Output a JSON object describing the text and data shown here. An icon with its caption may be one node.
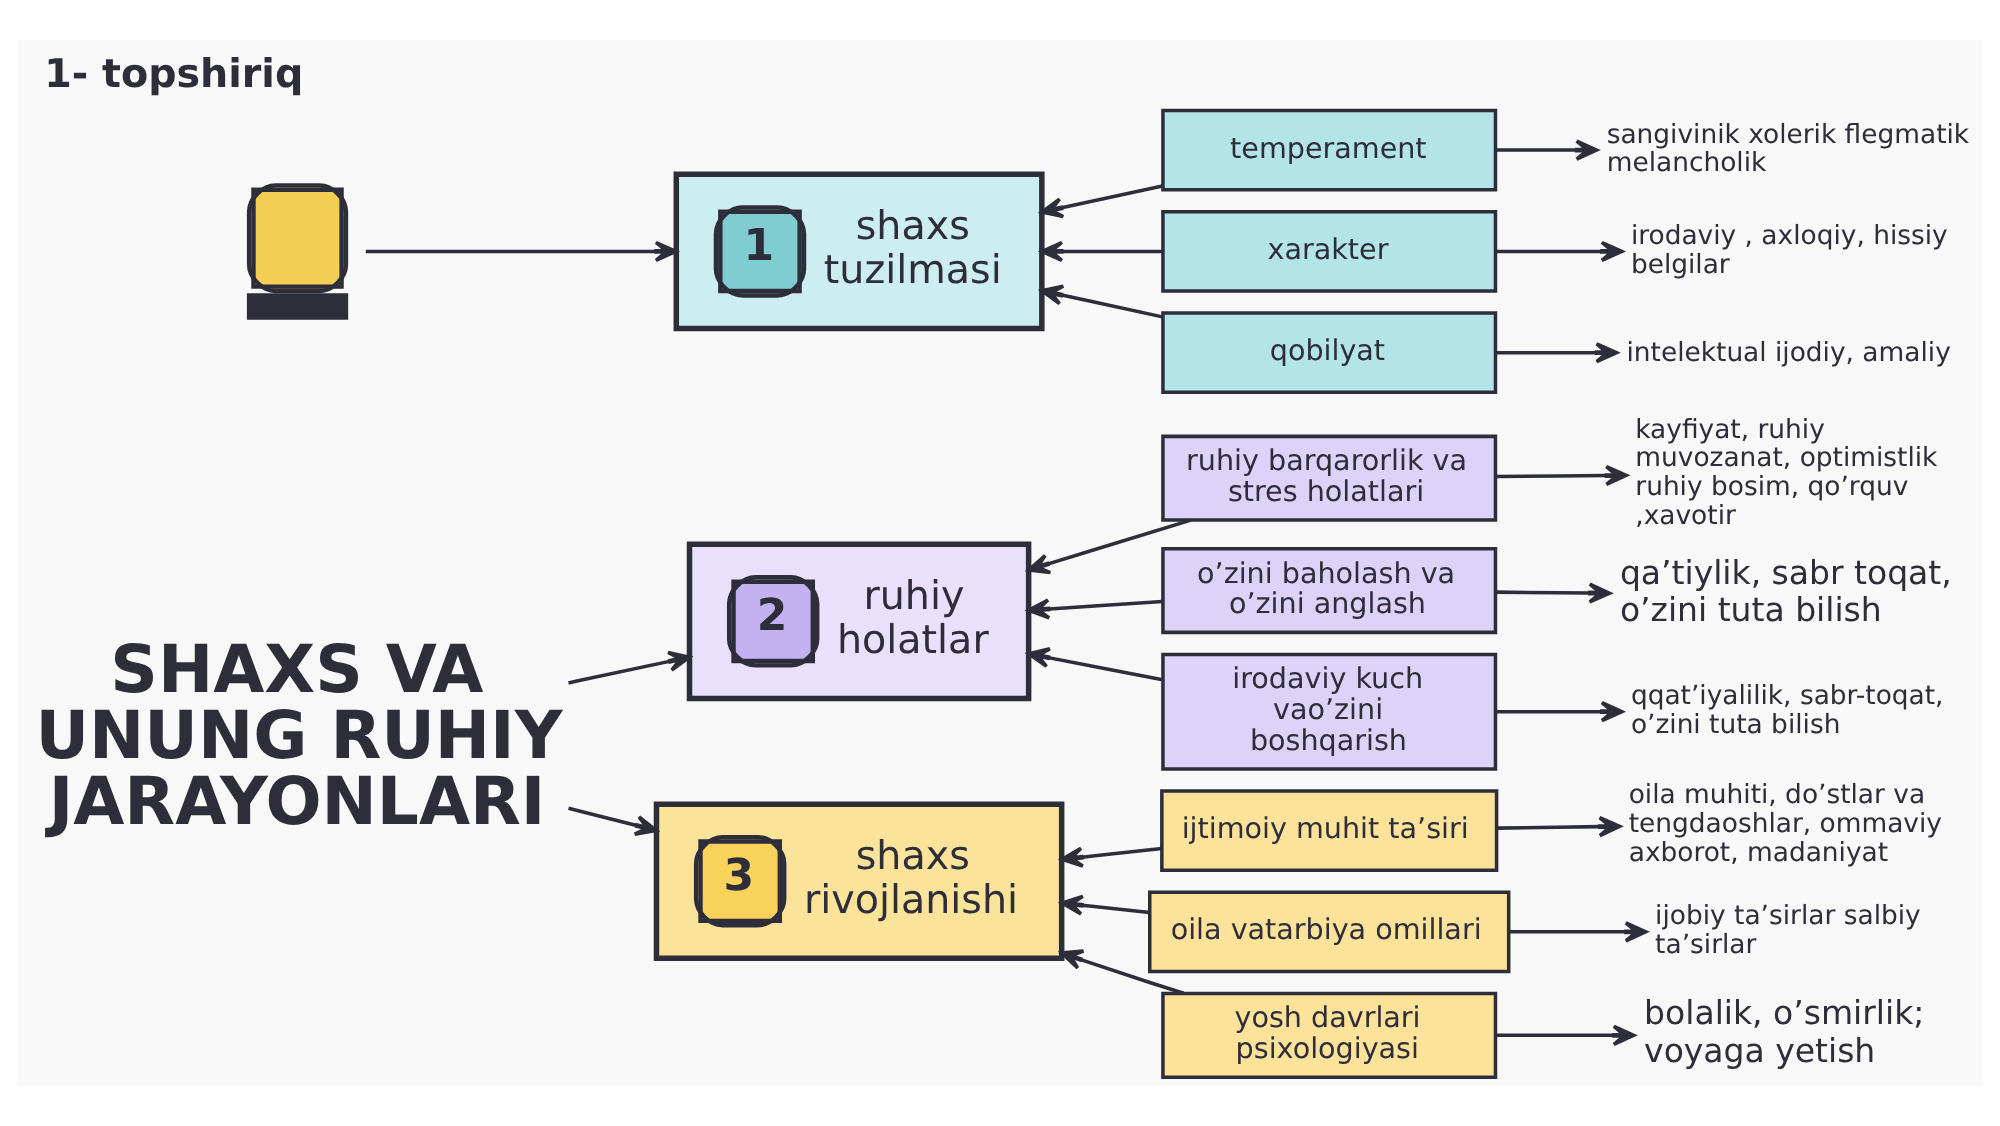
{
  "diagram": {
    "title": "1- topshiriq",
    "nodes": [
      {
        "text": [],
        "shape": "picture"
      },
      {
        "text": [
          "SHAXS VA UNUNG RUHIY JARAYONLARI"
        ]
      },
      {
        "text": [
          "1",
          "shaxs tuzilmasi"
        ]
      },
      {
        "text": [
          "temperament"
        ]
      },
      {
        "text": [
          "sangivinik xolerik flegmatik melancholik"
        ]
      },
      {
        "text": [
          "xarakter"
        ]
      },
      {
        "text": [
          "irodaviy , axloqiy, hissiy belgilar"
        ]
      },
      {
        "text": [
          "qobilyat"
        ]
      },
      {
        "text": [
          "intelektual ijodiy, amaliy"
        ]
      },
      {
        "text": [
          "2",
          "ruhiy holatlar"
        ]
      },
      {
        "text": [
          "ruhiy barqarorlik va stres holatlari"
        ]
      },
      {
        "text": [
          "kayfiyat, ruhiy muvozanat, optimistlik",
          "ruhiy bosim, qo’rquv ,xavotir"
        ]
      },
      {
        "text": [
          "o’zini baholash va o’zini anglash"
        ]
      },
      {
        "text": [
          "qa’tiylik, sabr toqat, o’zini tuta bilish"
        ]
      },
      {
        "text": [
          "irodaviy kuch vao’zini boshqarish"
        ]
      },
      {
        "text": [
          "qqat’iyalilik, sabr-toqat, o’zini tuta bilish"
        ]
      },
      {
        "text": [
          "3",
          "shaxs rivojlanishi"
        ]
      },
      {
        "text": [
          "ijtimoiy muhit ta’siri"
        ]
      },
      {
        "text": [
          "oila muhiti, do’stlar va tengdaoshlar, ommaviy axborot, madaniyat"
        ]
      },
      {
        "text": [
          "oila vatarbiya omillari"
        ]
      },
      {
        "text": [
          "ijobiy ta’sirlar salbiy ta’sirlar"
        ]
      },
      {
        "text": [
          "yosh davrlari psixologiyasi"
        ]
      },
      {
        "text": [
          "bolalik, o’smirlik; voyaga yetish"
        ]
      }
    ],
    "edges": [
      {
        "from": 0,
        "to": 2,
        "arrow": "to"
      },
      {
        "from": 1,
        "to": 9,
        "arrow": "to"
      },
      {
        "from": 1,
        "to": 16,
        "arrow": "to"
      },
      {
        "from": 3,
        "to": 2,
        "arrow": "to"
      },
      {
        "from": 5,
        "to": 2,
        "arrow": "to"
      },
      {
        "from": 7,
        "to": 2,
        "arrow": "to"
      },
      {
        "from": 3,
        "to": 4,
        "arrow": "to"
      },
      {
        "from": 5,
        "to": 6,
        "arrow": "to"
      },
      {
        "from": 7,
        "to": 8,
        "arrow": "to"
      },
      {
        "from": 10,
        "to": 9,
        "arrow": "to"
      },
      {
        "from": 12,
        "to": 9,
        "arrow": "to"
      },
      {
        "from": 14,
        "to": 9,
        "arrow": "to"
      },
      {
        "from": 10,
        "to": 11,
        "arrow": "to"
      },
      {
        "from": 12,
        "to": 13,
        "arrow": "to"
      },
      {
        "from": 14,
        "to": 15,
        "arrow": "to"
      },
      {
        "from": 17,
        "to": 16,
        "arrow": "to"
      },
      {
        "from": 19,
        "to": 16,
        "arrow": "to"
      },
      {
        "from": 21,
        "to": 16,
        "arrow": "to"
      },
      {
        "from": 17,
        "to": 18,
        "arrow": "to"
      },
      {
        "from": 19,
        "to": 20,
        "arrow": "to"
      },
      {
        "from": 21,
        "to": 22,
        "arrow": "to"
      }
    ]
  }
}
